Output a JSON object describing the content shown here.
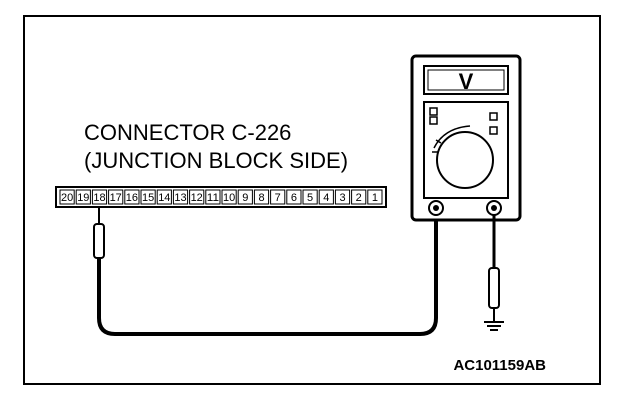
{
  "connector": {
    "title_line1": "CONNECTOR C-226",
    "title_line2": "(JUNCTION BLOCK SIDE)",
    "pins": [
      "20",
      "19",
      "18",
      "17",
      "16",
      "15",
      "14",
      "13",
      "12",
      "11",
      "10",
      "9",
      "8",
      "7",
      "6",
      "5",
      "4",
      "3",
      "2",
      "1"
    ],
    "probed_pin": "18"
  },
  "meter": {
    "display_symbol": "V"
  },
  "figure_code": "AC101159AB",
  "colors": {
    "line": "#000000",
    "background": "#ffffff"
  }
}
